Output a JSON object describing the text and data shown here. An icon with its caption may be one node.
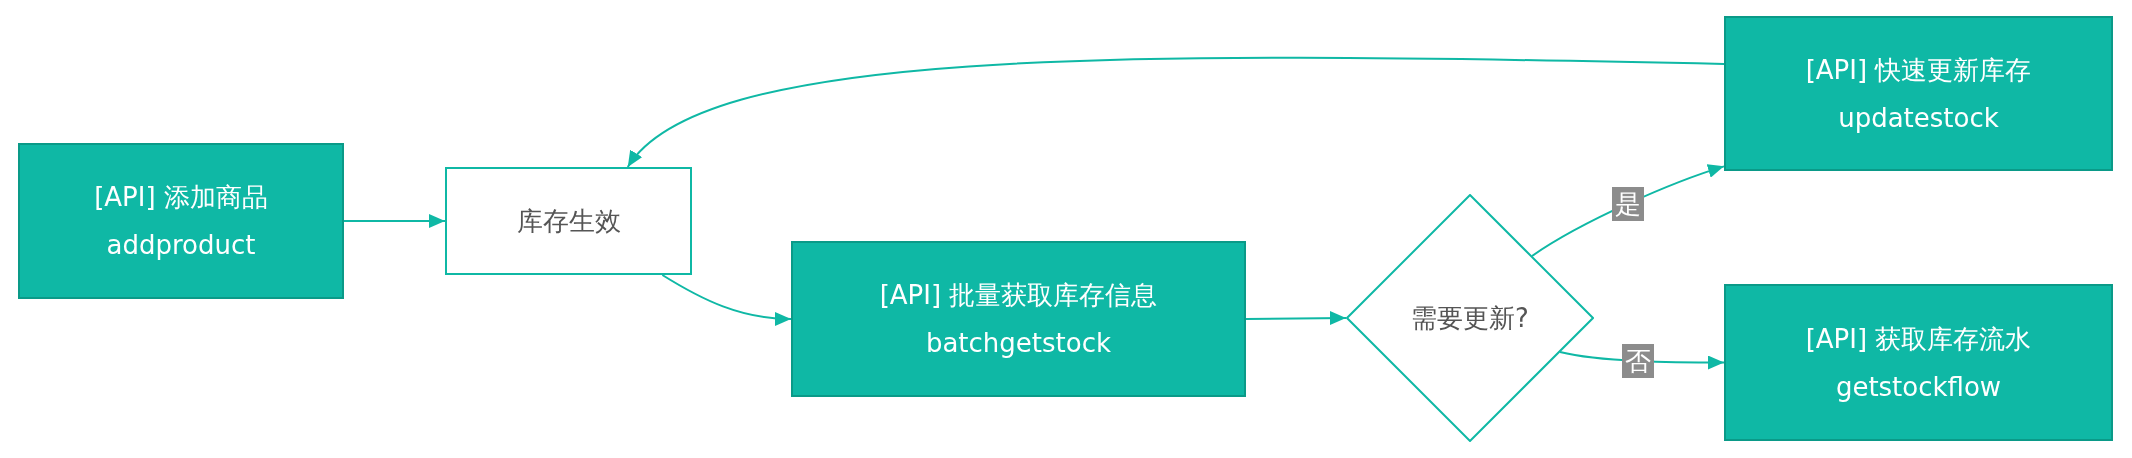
{
  "diagram": {
    "nodes": [
      {
        "text": [
          "[API] 添加商品",
          "addproduct"
        ]
      },
      {
        "text": [
          "库存生效"
        ]
      },
      {
        "text": [
          "[API] 批量获取库存信息",
          "batchgetstock"
        ]
      },
      {
        "text": [
          "需要更新?"
        ]
      },
      {
        "text": [
          "[API] 快速更新库存",
          "updatestock"
        ]
      },
      {
        "text": [
          "[API] 获取库存流水",
          "getstockflow"
        ]
      }
    ],
    "edges": [
      {
        "from": 0,
        "to": 1,
        "arrow": "to"
      },
      {
        "from": 1,
        "to": 2,
        "arrow": "to"
      },
      {
        "from": 2,
        "to": 3,
        "arrow": "to"
      },
      {
        "from": 3,
        "to": 4,
        "arrow": "to",
        "label": "是"
      },
      {
        "from": 3,
        "to": 5,
        "arrow": "to",
        "label": "否"
      },
      {
        "from": 4,
        "to": 1,
        "arrow": "to"
      }
    ]
  }
}
